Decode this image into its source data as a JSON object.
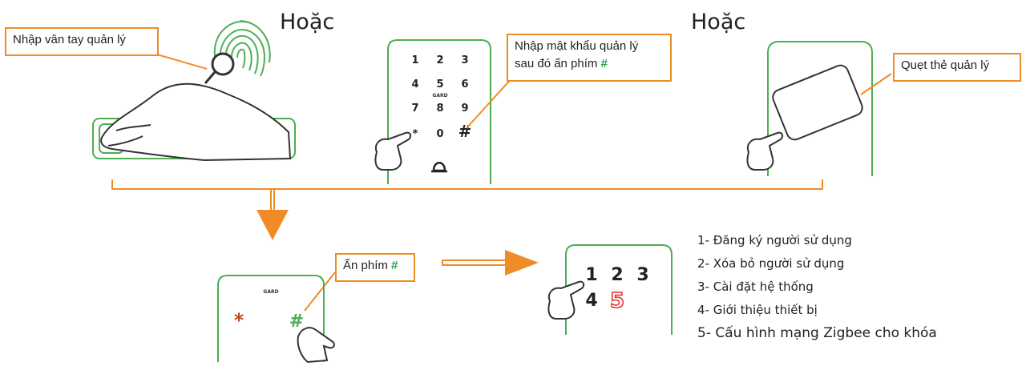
{
  "or_labels": [
    "Hoặc",
    "Hoặc"
  ],
  "callouts": {
    "fingerprint": "Nhập vân tay quản lý",
    "password_line1": "Nhập mật khẩu quản lý",
    "password_line2_prefix": "sau đó ấn phím",
    "card": "Quẹt thẻ quản lý",
    "press_key_prefix": "Ấn phím",
    "hash_symbol": "#"
  },
  "keypad": {
    "rows": [
      [
        "1",
        "2",
        "3"
      ],
      [
        "4",
        "5",
        "6"
      ],
      [
        "7",
        "8",
        "9"
      ],
      [
        "*",
        "0",
        "#"
      ]
    ],
    "brand": "GARD"
  },
  "result_keypad": {
    "row1": [
      "1",
      "2",
      "3"
    ],
    "row2": [
      "4",
      "5"
    ],
    "highlighted_key": "5"
  },
  "menu_items": [
    "1- Đăng ký người sử dụng",
    "2- Xóa bỏ người sử dụng",
    "3- Cài đặt hệ thống",
    "4- Giới thiệu thiết bị",
    "5- Cấu hình mạng Zigbee cho khóa"
  ],
  "colors": {
    "orange": "#f08c28",
    "green": "#4caf50",
    "red": "#e53935"
  }
}
